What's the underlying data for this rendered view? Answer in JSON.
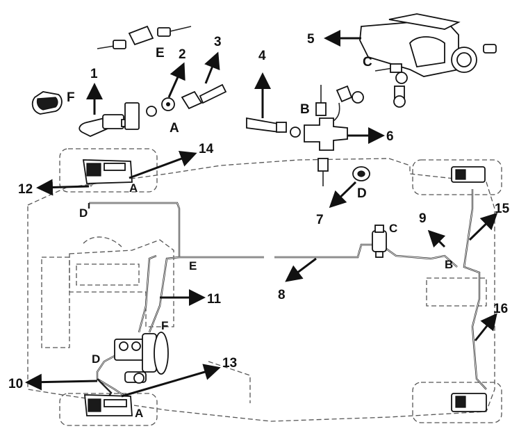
{
  "labels": {
    "n1": "1",
    "n2": "2",
    "n3": "3",
    "n4": "4",
    "n5": "5",
    "n6": "6",
    "n7": "7",
    "n8": "8",
    "n9": "9",
    "n10": "10",
    "n11": "11",
    "n12": "12",
    "n13": "13",
    "n14": "14",
    "n15": "15",
    "n16": "16",
    "A": "A",
    "B": "B",
    "C": "C",
    "D": "D",
    "E": "E",
    "F": "F"
  }
}
